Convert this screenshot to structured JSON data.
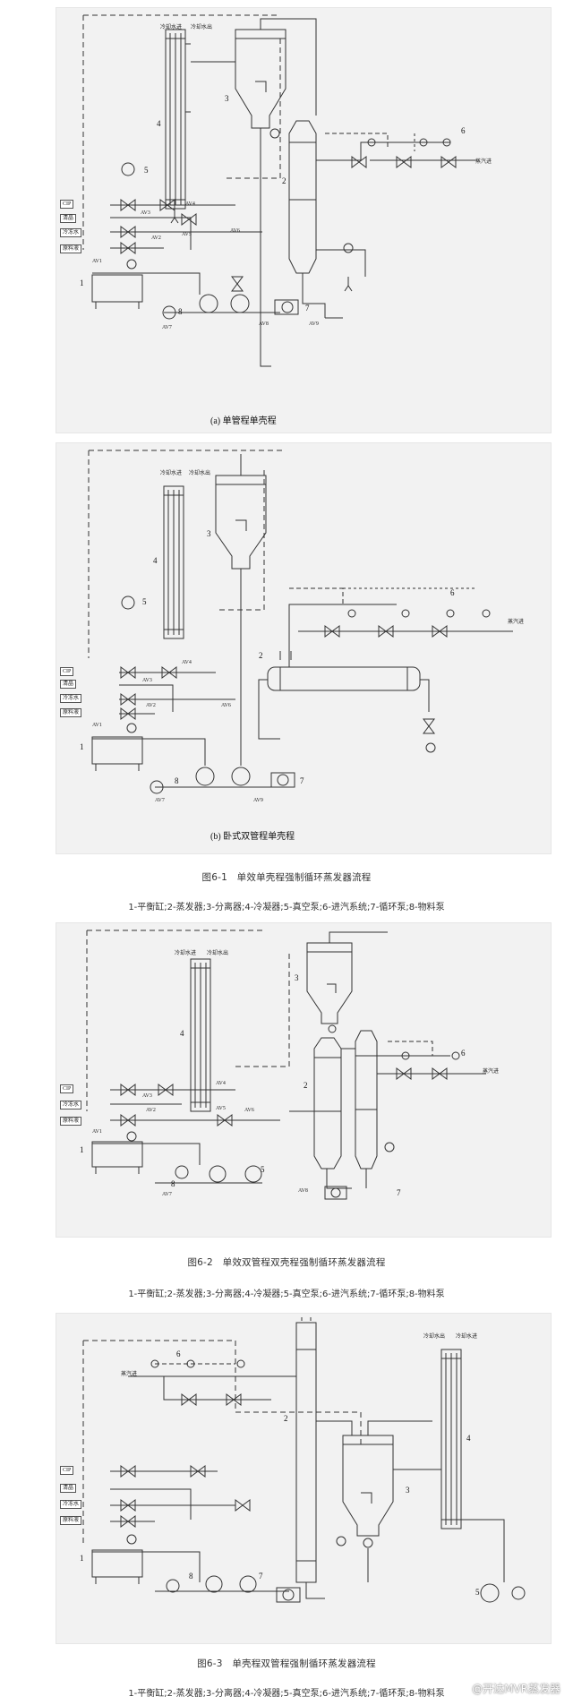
{
  "figures": [
    {
      "id": "6-1",
      "panels": [
        {
          "sub_caption": "(a) 单管程单壳程",
          "input_tags": [
            "CIP",
            "清晶",
            "冷冻水",
            "原料液"
          ],
          "water_in": "冷却水进",
          "water_out": "冷却水出",
          "steam_in": "蒸汽进",
          "valve_labels": [
            "AV1",
            "AV2",
            "AV3",
            "AV4",
            "AV5",
            "AV6",
            "AV7",
            "AV8",
            "AV9"
          ],
          "numbers": [
            "1",
            "2",
            "3",
            "4",
            "5",
            "6",
            "7",
            "8"
          ]
        },
        {
          "sub_caption": "(b) 卧式双管程单壳程",
          "input_tags": [
            "CIP",
            "清晶",
            "冷冻水",
            "原料液"
          ],
          "water_in": "冷却水进",
          "water_out": "冷却水出",
          "steam_in": "蒸汽进",
          "valve_labels": [
            "AV1",
            "AV2",
            "AV3",
            "AV4",
            "AV6",
            "AV7",
            "AV9"
          ],
          "numbers": [
            "1",
            "2",
            "3",
            "4",
            "5",
            "6",
            "7",
            "8"
          ]
        }
      ],
      "caption": "图6-1　单效单壳程强制循环蒸发器流程",
      "legend": "1-平衡缸;2-蒸发器;3-分离器;4-冷凝器;5-真空泵;6-进汽系统;7-循环泵;8-物料泵"
    },
    {
      "id": "6-2",
      "panels": [
        {
          "input_tags": [
            "CIP",
            "冷冻水",
            "原料液"
          ],
          "water_in": "冷却水进",
          "water_out": "冷却水出",
          "steam_in": "蒸汽进",
          "valve_labels": [
            "AV1",
            "AV2",
            "AV3",
            "AV4",
            "AV5",
            "AV6",
            "AV7",
            "AV8"
          ],
          "numbers": [
            "1",
            "2",
            "3",
            "4",
            "5",
            "6",
            "7",
            "8"
          ]
        }
      ],
      "caption": "图6-2　单效双管程双壳程强制循环蒸发器流程",
      "legend": "1-平衡缸;2-蒸发器;3-分离器;4-冷凝器;5-真空泵;6-进汽系统;7-循环泵;8-物料泵"
    },
    {
      "id": "6-3",
      "panels": [
        {
          "input_tags": [
            "CIP",
            "清晶",
            "冷冻水",
            "原料液"
          ],
          "water_in": "冷却水进",
          "water_out": "冷却水出",
          "steam_in": "蒸汽进",
          "numbers": [
            "1",
            "2",
            "3",
            "4",
            "5",
            "6",
            "7",
            "8"
          ]
        }
      ],
      "caption": "图6-3　单壳程双管程强制循环蒸发器流程",
      "legend": "1-平衡缸;2-蒸发器;3-分离器;4-冷凝器;5-真空泵;6-进汽系统;7-循环泵;8-物料泵"
    }
  ],
  "watermark": "@开达MVR蒸发器"
}
